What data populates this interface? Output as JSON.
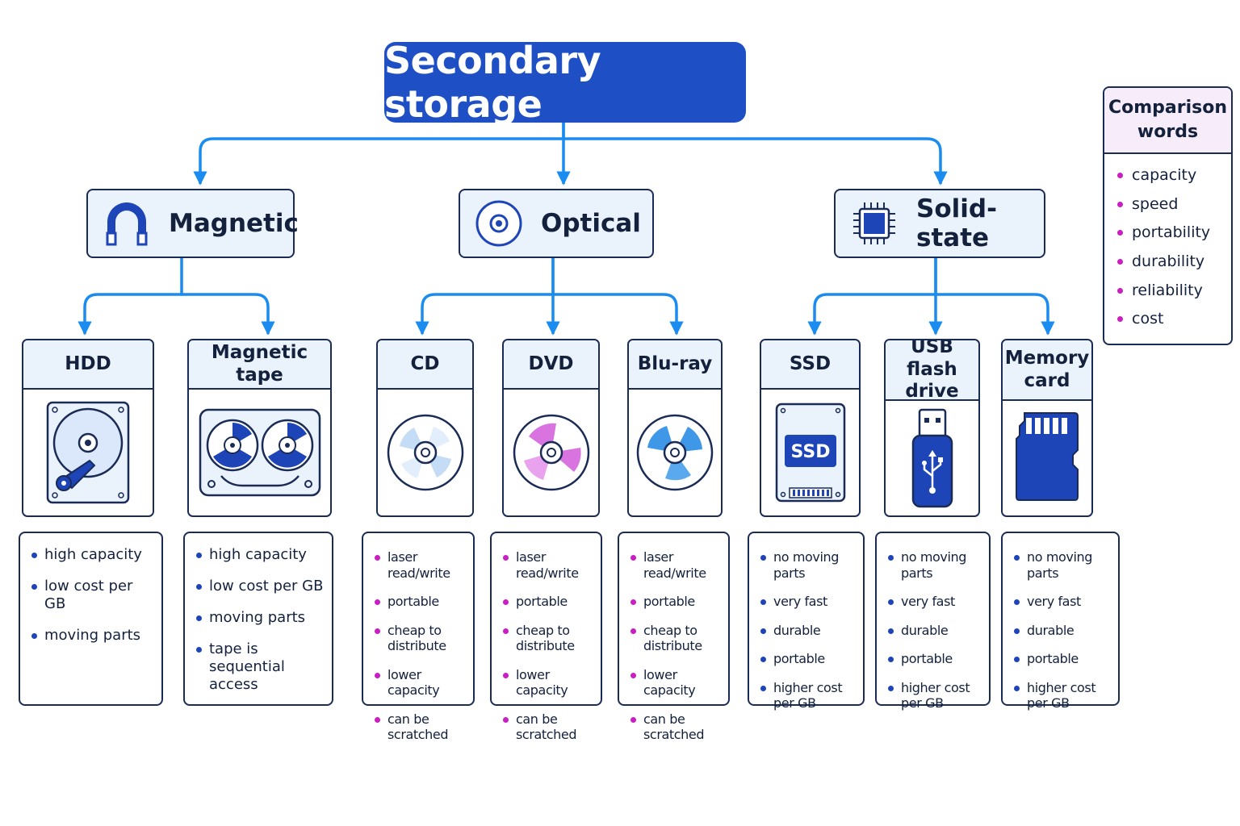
{
  "title": "Secondary storage",
  "categories": [
    {
      "label": "Magnetic",
      "icon": "magnet-icon"
    },
    {
      "label": "Optical",
      "icon": "disc-icon"
    },
    {
      "label": "Solid-state",
      "icon": "chip-icon"
    }
  ],
  "devices": [
    {
      "name": "HDD",
      "icon": "hard-drive-icon",
      "features": [
        "high capacity",
        "low cost per GB",
        "moving parts"
      ]
    },
    {
      "name": "Magnetic tape",
      "icon": "tape-cassette-icon",
      "features": [
        "high capacity",
        "low cost per GB",
        "moving parts",
        "tape is sequential access"
      ]
    },
    {
      "name": "CD",
      "icon": "cd-icon",
      "features": [
        "laser read/write",
        "portable",
        "cheap to distribute",
        "lower capacity",
        "can be scratched"
      ]
    },
    {
      "name": "DVD",
      "icon": "dvd-icon",
      "features": [
        "laser read/write",
        "portable",
        "cheap to distribute",
        "lower capacity",
        "can be scratched"
      ]
    },
    {
      "name": "Blu-ray",
      "icon": "blu-ray-icon",
      "features": [
        "laser read/write",
        "portable",
        "cheap to distribute",
        "lower capacity",
        "can be scratched"
      ]
    },
    {
      "name": "SSD",
      "icon": "ssd-icon",
      "badge": "SSD",
      "features": [
        "no moving parts",
        "very fast",
        "durable",
        "portable",
        "higher cost per GB"
      ]
    },
    {
      "name": "USB flash drive",
      "icon": "usb-drive-icon",
      "features": [
        "no moving parts",
        "very fast",
        "durable",
        "portable",
        "higher cost per GB"
      ]
    },
    {
      "name": "Memory card",
      "icon": "memory-card-icon",
      "features": [
        "no moving parts",
        "very fast",
        "durable",
        "portable",
        "higher cost per GB"
      ]
    }
  ],
  "legend": {
    "title": "Comparison words",
    "items": [
      "capacity",
      "speed",
      "portability",
      "durability",
      "reliability",
      "cost"
    ]
  },
  "colors": {
    "title_bg": "#1f4fc4",
    "connector": "#1a8cf0",
    "border": "#1a2b55",
    "header_bg": "#eaf2fc",
    "optical_bullet": "#c81ec2",
    "solid_bullet": "#1d45b8"
  }
}
